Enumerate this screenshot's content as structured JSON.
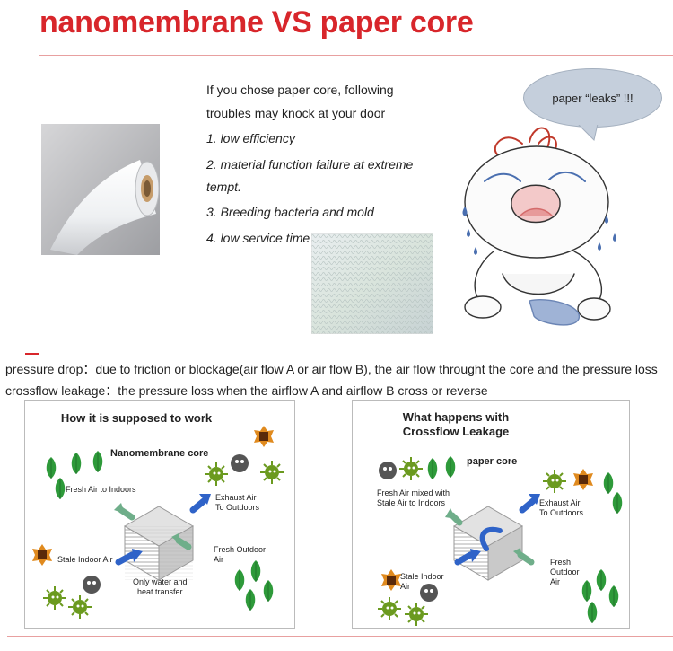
{
  "title": "nanomembrane VS paper core",
  "troubles": {
    "intro_line1": "If you chose paper core, following",
    "intro_line2": "troubles may knock at your door",
    "items": [
      "1. low efficiency",
      "2. material function failure at extreme",
      "tempt.",
      "3. Breeding bacteria and mold",
      "4. low service time"
    ]
  },
  "bubble": {
    "text": "paper “leaks” !!!"
  },
  "notes": [
    "pressure drop：due to friction or blockage(air flow A or air flow B), the air flow throught the core and the pressure loss",
    "crossflow leakage：the pressure loss when the airflow A and airflow B cross or reverse"
  ],
  "panel_left": {
    "title": "How it is supposed to work",
    "core_label": "Nanomembrane core",
    "fresh_in": "Fresh Air to Indoors",
    "exhaust": [
      "Exhaust Air",
      "To Outdoors"
    ],
    "stale": "Stale Indoor  Air",
    "fresh_out": [
      "Fresh Outdoor",
      "Air"
    ],
    "transfer": [
      "Only water and",
      "heat transfer"
    ]
  },
  "panel_right": {
    "title": [
      "What happens with",
      "Crossflow Leakage"
    ],
    "core_label": "paper core",
    "fresh_mixed": [
      "Fresh Air mixed with",
      "Stale Air to Indoors"
    ],
    "exhaust": [
      "Exhaust Air",
      "To Outdoors"
    ],
    "stale": [
      "Stale Indoor",
      "Air"
    ],
    "fresh_out": [
      "Fresh",
      "Outdoor",
      "Air"
    ]
  },
  "colors": {
    "title_red": "#d8262b",
    "leaf_green": "#2e9a3a",
    "arrow_blue": "#2f63c8",
    "arrow_green": "#6fae8a",
    "virus_green": "#6b9a1f"
  }
}
